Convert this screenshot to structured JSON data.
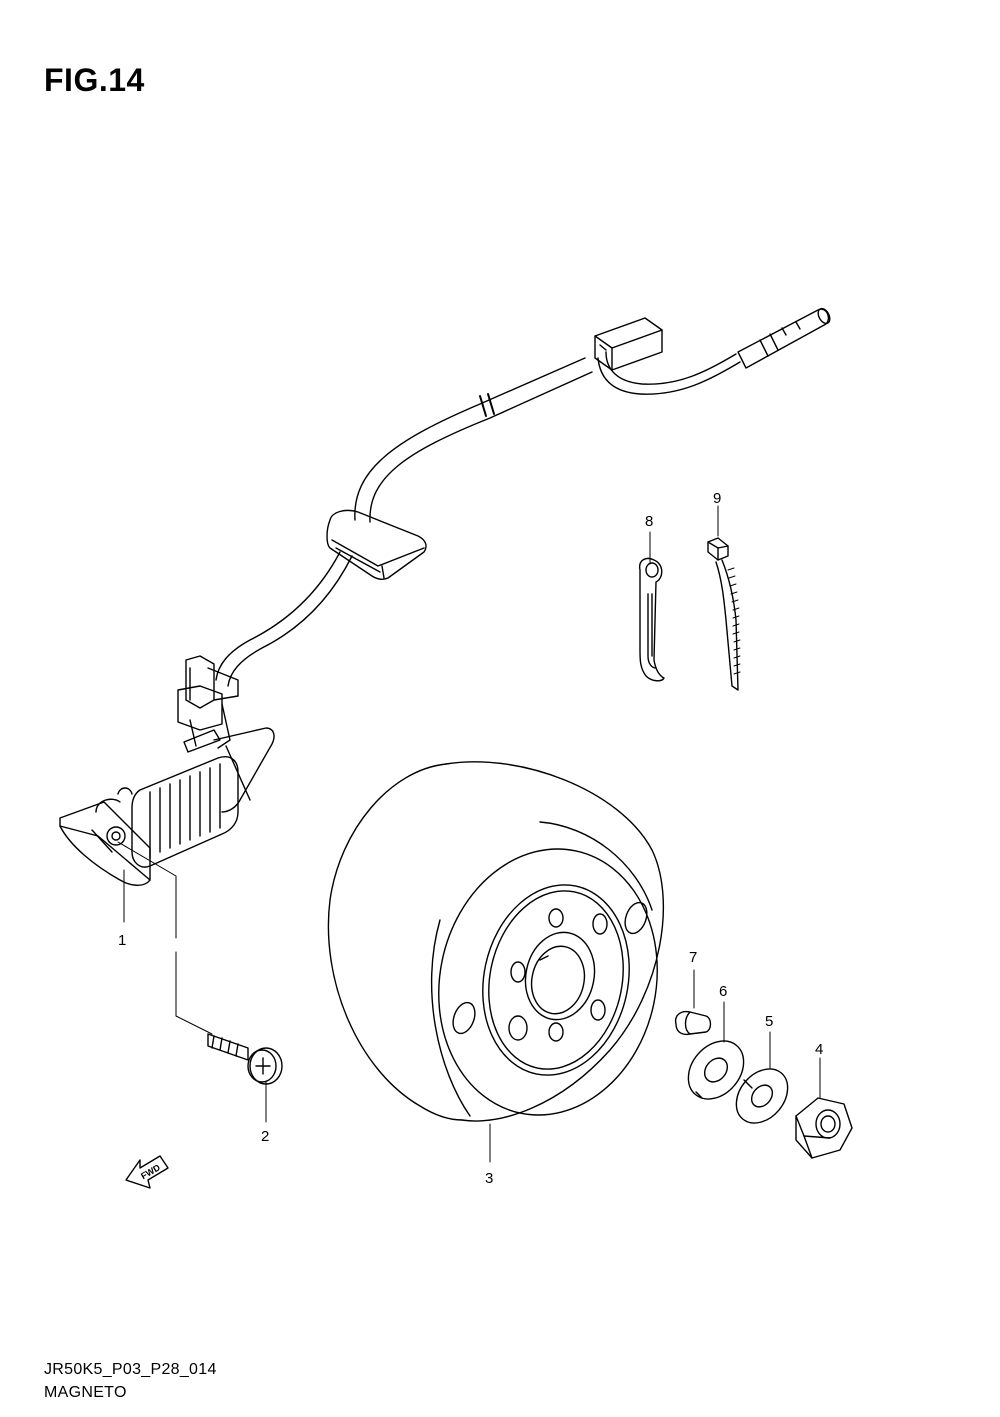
{
  "figure": {
    "title": "FIG.14"
  },
  "callouts": {
    "c1": "1",
    "c2": "2",
    "c3": "3",
    "c4": "4",
    "c5": "5",
    "c6": "6",
    "c7": "7",
    "c8": "8",
    "c9": "9"
  },
  "fwd_label": "FWD",
  "footer": {
    "code": "JR50K5_P03_P28_014",
    "name": "MAGNETO"
  }
}
